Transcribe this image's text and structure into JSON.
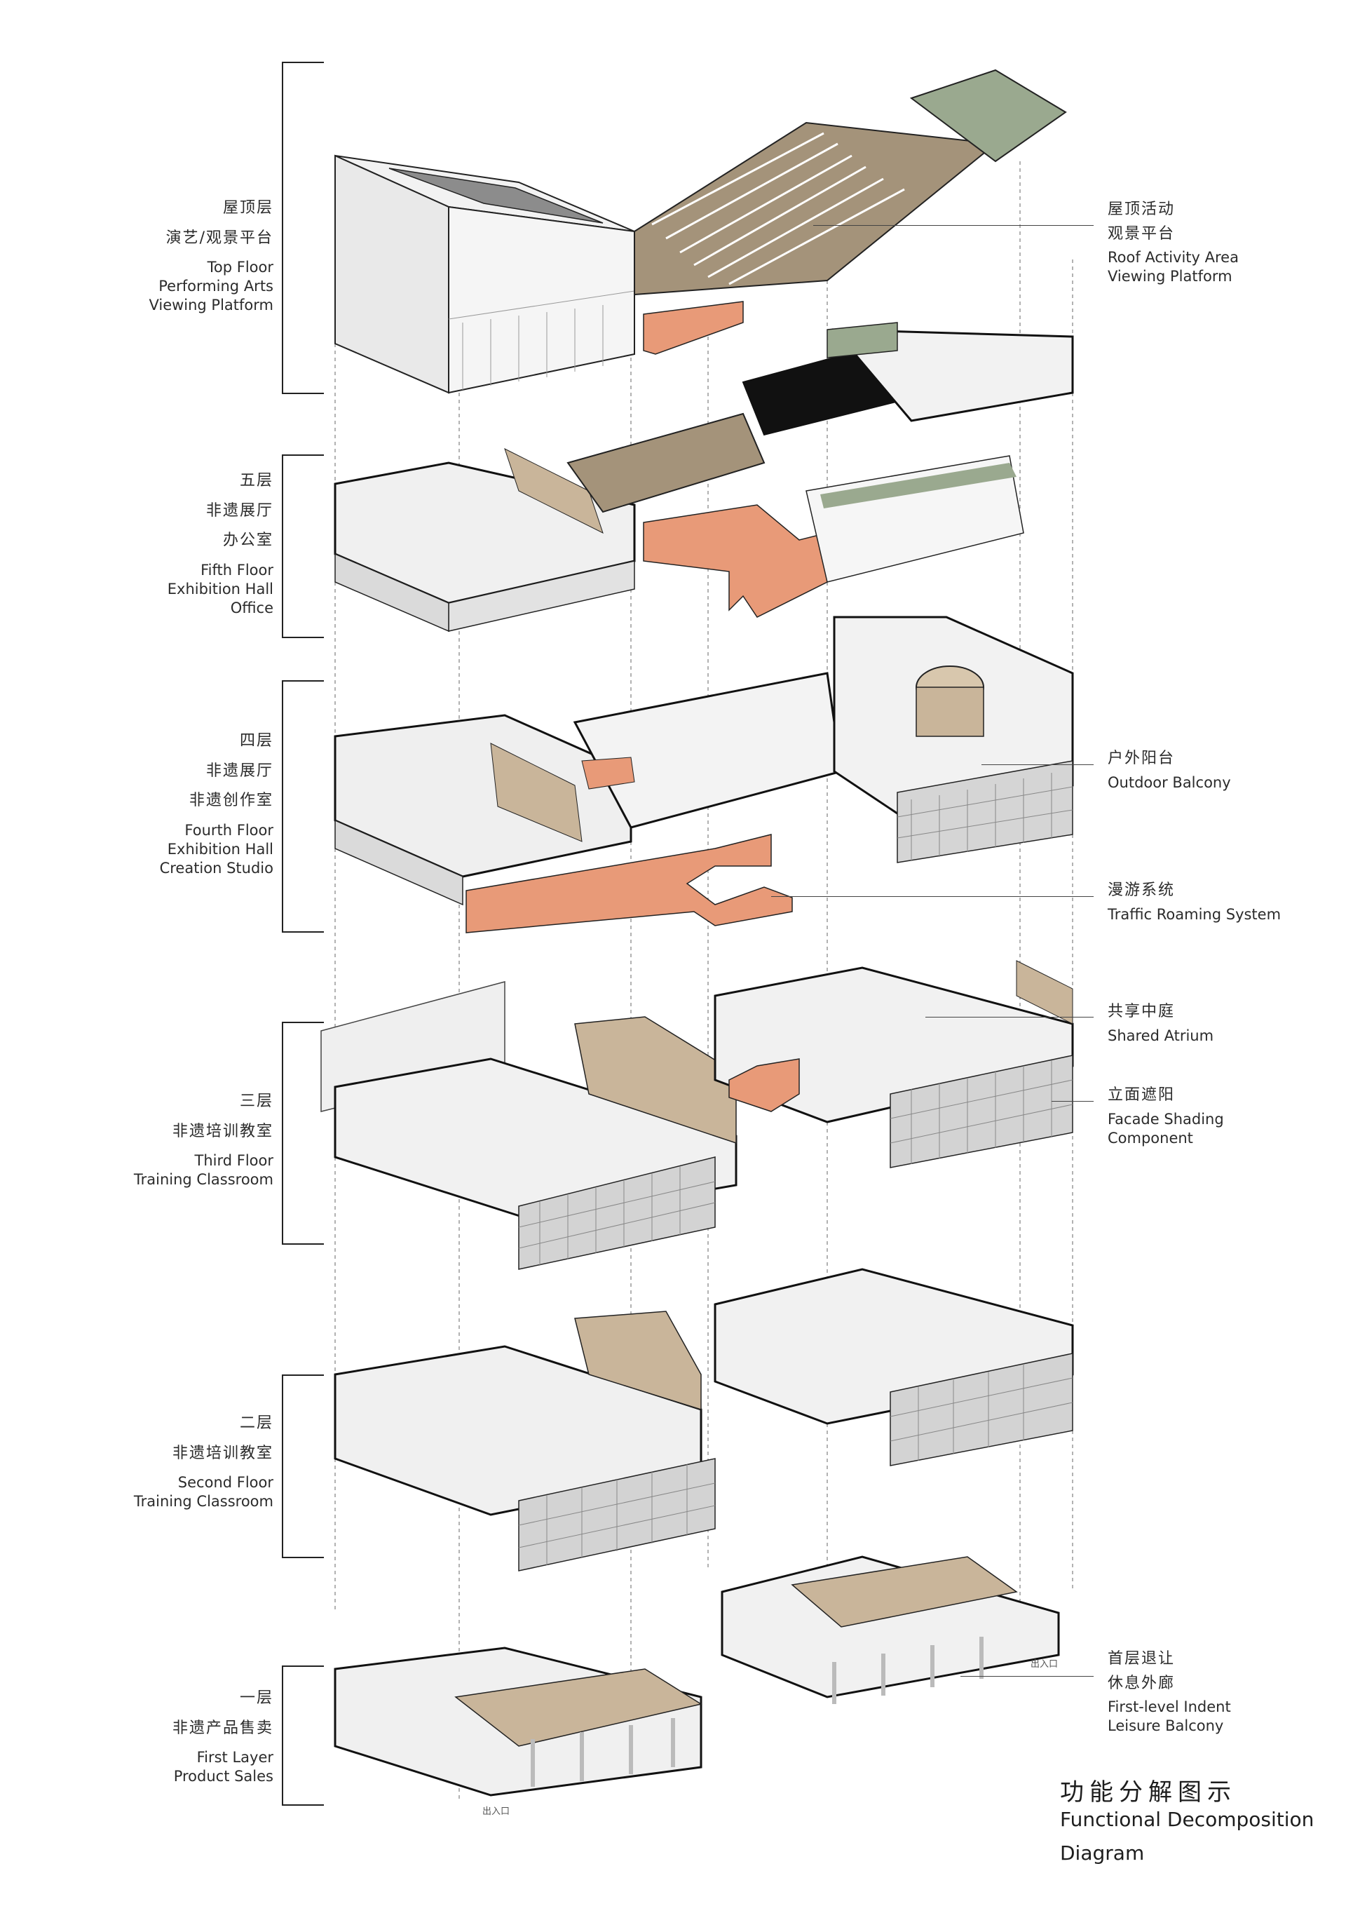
{
  "floors": [
    {
      "cn1": "屋顶层",
      "cn2": "演艺/观景平台",
      "en1": "Top Floor",
      "en2": "Performing Arts",
      "en3": "Viewing Platform"
    },
    {
      "cn1": "五层",
      "cn2": "非遗展厅",
      "cn3": "办公室",
      "en1": "Fifth Floor",
      "en2": "Exhibition Hall",
      "en3": "Office"
    },
    {
      "cn1": "四层",
      "cn2": "非遗展厅",
      "cn3": "非遗创作室",
      "en1": "Fourth Floor",
      "en2": "Exhibition Hall",
      "en3": "Creation Studio"
    },
    {
      "cn1": "三层",
      "cn2": "非遗培训教室",
      "en1": "Third Floor",
      "en2": "Training Classroom"
    },
    {
      "cn1": "二层",
      "cn2": "非遗培训教室",
      "en1": "Second Floor",
      "en2": "Training Classroom"
    },
    {
      "cn1": "一层",
      "cn2": "非遗产品售卖",
      "en1": "First Layer",
      "en2": "Product Sales"
    }
  ],
  "annotations": [
    {
      "cn": "屋顶活动",
      "cn2": "观景平台",
      "en1": "Roof Activity Area",
      "en2": "Viewing Platform"
    },
    {
      "cn": "户外阳台",
      "en1": "Outdoor Balcony"
    },
    {
      "cn": "漫游系统",
      "en1": "Traffic Roaming System"
    },
    {
      "cn": "共享中庭",
      "en1": "Shared Atrium"
    },
    {
      "cn": "立面遮阳",
      "en1": "Facade Shading",
      "en2": "Component"
    },
    {
      "cn": "首层退让",
      "cn2": "休息外廊",
      "en1": "First-level Indent",
      "en2": "Leisure Balcony"
    }
  ],
  "entrance_label": "出入口",
  "title": {
    "cn": "功能分解图示",
    "en1": "Functional Decomposition",
    "en2": "Diagram"
  },
  "colors": {
    "circulation": "#e89a78",
    "roof_deck": "#a4937a",
    "green_roof": "#9aa98f",
    "wall": "#e6e6e6",
    "outline": "#111111",
    "shelf": "#c9b59a"
  }
}
